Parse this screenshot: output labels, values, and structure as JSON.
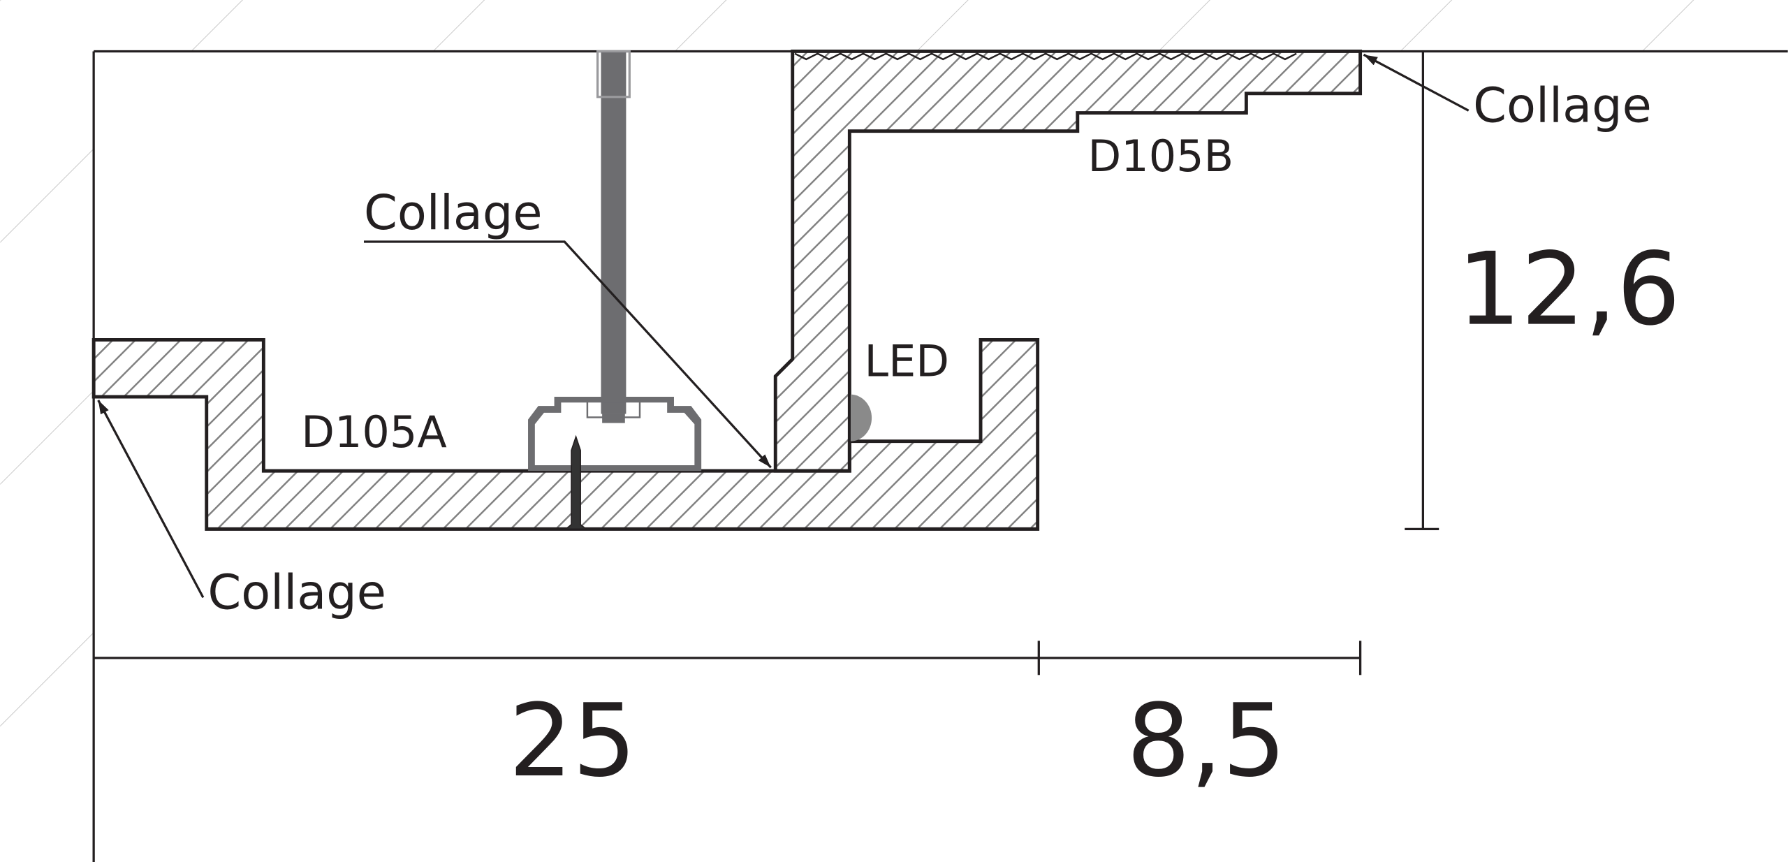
{
  "labels": {
    "collage_top_right": "Collage",
    "collage_center": "Collage",
    "collage_bottom_left": "Collage",
    "profile_b": "D105B",
    "profile_a": "D105A",
    "led": "LED"
  },
  "dimensions": {
    "height": "12,6",
    "width_a": "25",
    "width_b": "8,5"
  },
  "colors": {
    "line": "#231f20",
    "hatch": "#808080",
    "fixture": "#6d6d70",
    "led": "#8a8a8a"
  }
}
